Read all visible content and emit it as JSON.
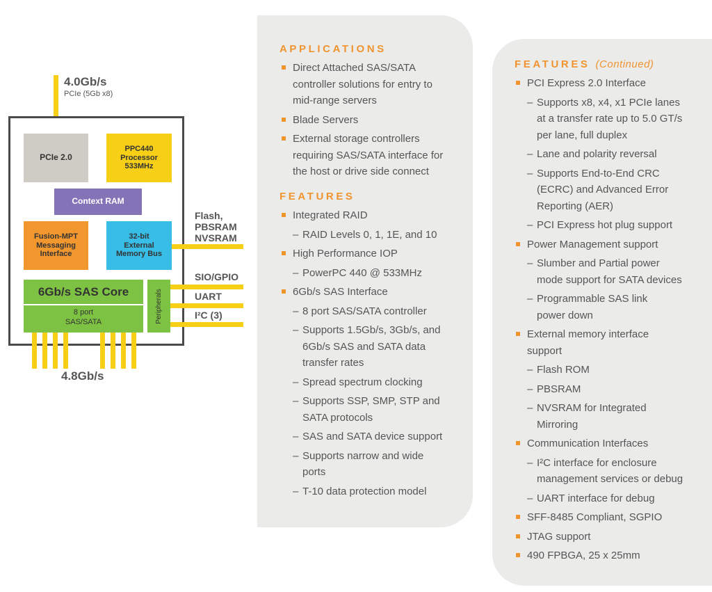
{
  "diagram": {
    "top_bus": {
      "rate": "4.0Gb/s",
      "sub": "PCIe (5Gb x8)"
    },
    "blocks": {
      "pcie": "PCIe 2.0",
      "ppc": [
        "PPC440",
        "Processor",
        "533MHz"
      ],
      "context_ram": "Context RAM",
      "fusion": [
        "Fusion-MPT",
        "Messaging",
        "Interface"
      ],
      "membus": [
        "32-bit",
        "External",
        "Memory Bus"
      ],
      "sas_core": "6Gb/s SAS Core",
      "sas_ports": [
        "8 port",
        "SAS/SATA"
      ],
      "peripherals": "Peripherals"
    },
    "right_labels": {
      "mem": [
        "Flash,",
        "PBSRAM",
        "NVSRAM"
      ],
      "sio": "SIO/GPIO",
      "uart": "UART",
      "i2c": "I²C (3)"
    },
    "bottom_rate": "4.8Gb/s",
    "colors": {
      "gray_block": "#cfcbc5",
      "yellow": "#f7cf16",
      "purple": "#8573b8",
      "orange": "#f2962e",
      "cyan": "#37bde6",
      "green": "#7dc242",
      "frame": "#4a4a4a"
    }
  },
  "left_panel": {
    "applications_heading": "APPLICATIONS",
    "features_heading": "FEATURES",
    "lines": [
      {
        "kind": "bullet",
        "text": "Direct Attached SAS/SATA"
      },
      {
        "kind": "cont",
        "text": "controller solutions for entry to"
      },
      {
        "kind": "cont",
        "text": "mid-range servers"
      },
      {
        "kind": "bullet",
        "text": "Blade Servers"
      },
      {
        "kind": "bullet",
        "text": "External storage controllers"
      },
      {
        "kind": "cont",
        "text": "requiring SAS/SATA interface for"
      },
      {
        "kind": "cont",
        "text": "the host or drive side connect"
      },
      {
        "kind": "heading",
        "text": "FEATURES"
      },
      {
        "kind": "bullet",
        "text": "Integrated RAID"
      },
      {
        "kind": "dash",
        "text": "RAID Levels 0, 1, 1E, and 10"
      },
      {
        "kind": "bullet",
        "text": "High Performance IOP"
      },
      {
        "kind": "dash",
        "text": "PowerPC 440 @ 533MHz"
      },
      {
        "kind": "bullet",
        "text": "6Gb/s SAS Interface"
      },
      {
        "kind": "dash",
        "text": "8 port SAS/SATA controller"
      },
      {
        "kind": "dash",
        "text": "Supports 1.5Gb/s, 3Gb/s, and"
      },
      {
        "kind": "dashcont",
        "text": "6Gb/s SAS and SATA data"
      },
      {
        "kind": "dashcont",
        "text": "transfer rates"
      },
      {
        "kind": "dash",
        "text": "Spread spectrum clocking"
      },
      {
        "kind": "dash",
        "text": "Supports SSP, SMP, STP and"
      },
      {
        "kind": "dashcont",
        "text": "SATA protocols"
      },
      {
        "kind": "dash",
        "text": "SAS and SATA device support"
      },
      {
        "kind": "dash",
        "text": "Supports narrow and wide"
      },
      {
        "kind": "dashcont",
        "text": "ports"
      },
      {
        "kind": "dash",
        "text": "T-10 data protection model"
      }
    ]
  },
  "right_panel": {
    "heading": "FEATURES",
    "heading_suffix": "(Continued)",
    "lines": [
      {
        "kind": "bullet",
        "text": "PCI Express 2.0 Interface"
      },
      {
        "kind": "dash",
        "text": "Supports x8, x4, x1 PCIe lanes"
      },
      {
        "kind": "dashcont",
        "text": "at a transfer rate up to 5.0 GT/s"
      },
      {
        "kind": "dashcont",
        "text": "per lane, full duplex"
      },
      {
        "kind": "dash",
        "text": "Lane and polarity reversal"
      },
      {
        "kind": "dash",
        "text": "Supports End-to-End CRC"
      },
      {
        "kind": "dashcont",
        "text": "(ECRC) and Advanced Error"
      },
      {
        "kind": "dashcont",
        "text": "Reporting (AER)"
      },
      {
        "kind": "dash",
        "text": "PCI Express hot plug support"
      },
      {
        "kind": "bullet",
        "text": "Power Management support"
      },
      {
        "kind": "dash",
        "text": "Slumber and Partial power"
      },
      {
        "kind": "dashcont",
        "text": "mode support for SATA devices"
      },
      {
        "kind": "dash",
        "text": "Programmable SAS link"
      },
      {
        "kind": "dashcont",
        "text": "power down"
      },
      {
        "kind": "bullet",
        "text": "External memory interface"
      },
      {
        "kind": "cont",
        "text": "support"
      },
      {
        "kind": "dash",
        "text": "Flash ROM"
      },
      {
        "kind": "dash",
        "text": "PBSRAM"
      },
      {
        "kind": "dash",
        "text": "NVSRAM for Integrated"
      },
      {
        "kind": "dashcont",
        "text": "Mirroring"
      },
      {
        "kind": "bullet",
        "text": "Communication Interfaces"
      },
      {
        "kind": "dash",
        "text": "I²C interface for enclosure"
      },
      {
        "kind": "dashcont",
        "text": "management services or debug"
      },
      {
        "kind": "dash",
        "text": "UART interface for debug"
      },
      {
        "kind": "bullet",
        "text": "SFF-8485 Compliant, SGPIO"
      },
      {
        "kind": "bullet",
        "text": "JTAG support"
      },
      {
        "kind": "bullet",
        "text": "490 FPBGA, 25 x 25mm"
      }
    ]
  }
}
